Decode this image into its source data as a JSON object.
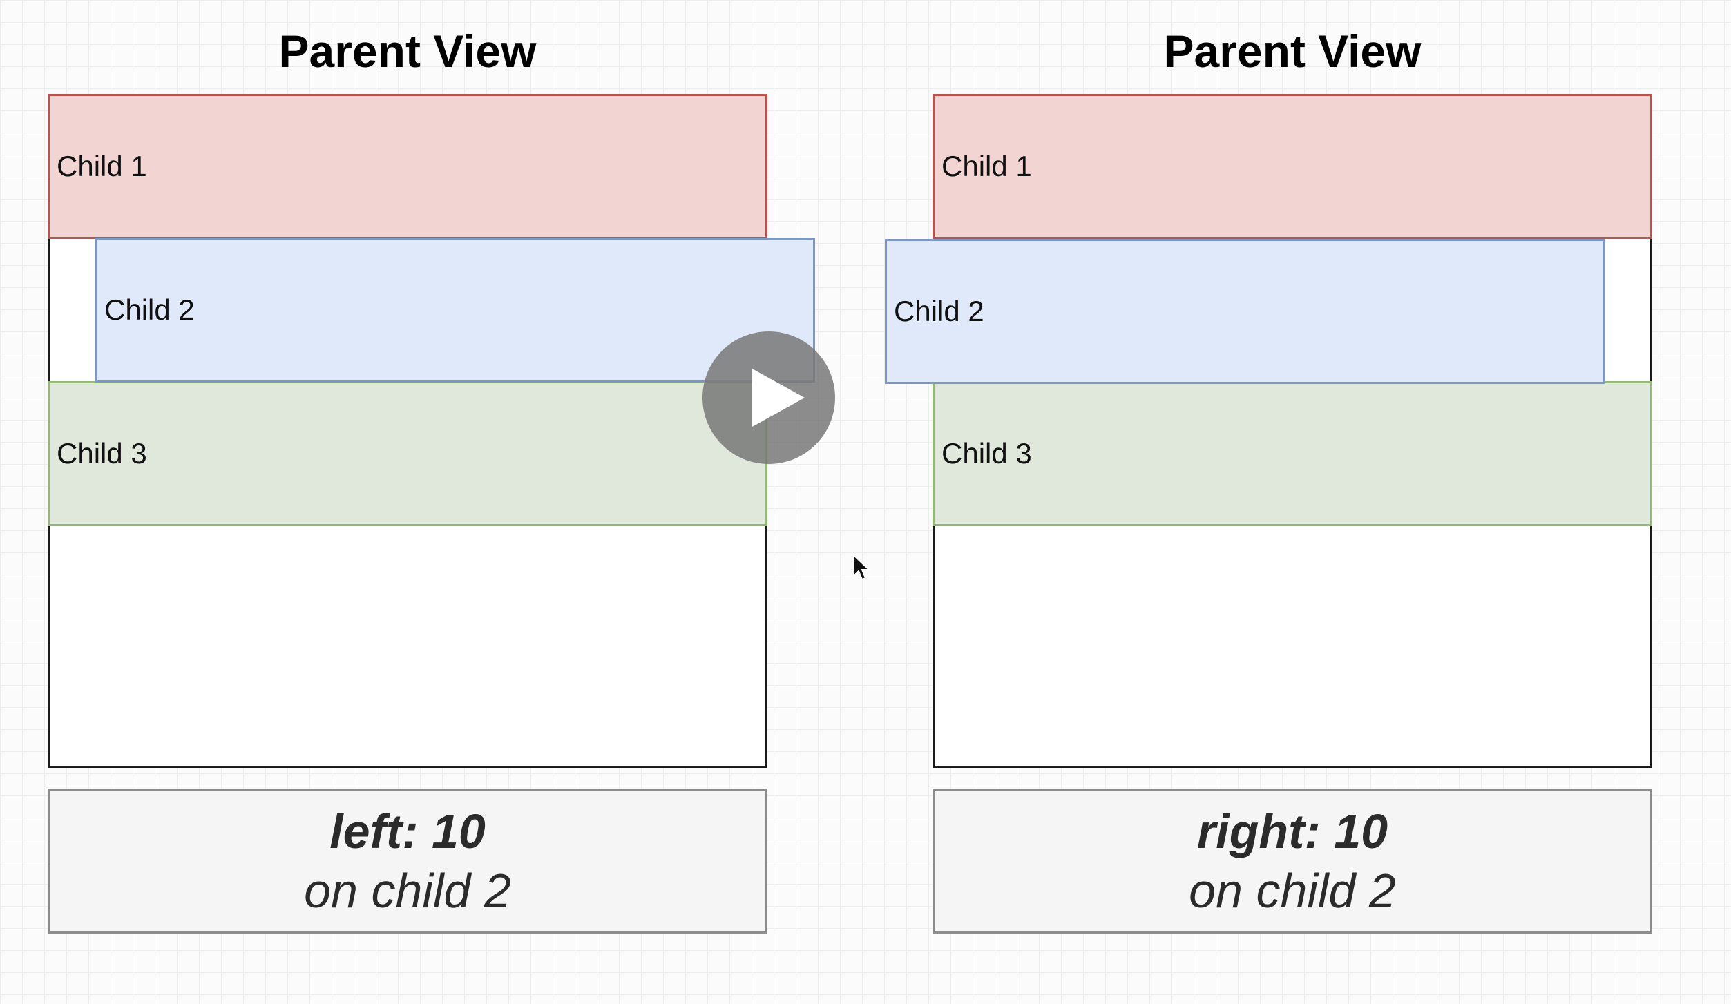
{
  "left_panel": {
    "title": "Parent View",
    "children": [
      {
        "label": "Child 1",
        "color": "red"
      },
      {
        "label": "Child 2",
        "color": "blue"
      },
      {
        "label": "Child 3",
        "color": "green"
      }
    ],
    "caption": {
      "rule": "left: 10",
      "target": "on child 2"
    }
  },
  "right_panel": {
    "title": "Parent View",
    "children": [
      {
        "label": "Child 1",
        "color": "red"
      },
      {
        "label": "Child 2",
        "color": "blue"
      },
      {
        "label": "Child 3",
        "color": "green"
      }
    ],
    "caption": {
      "rule": "right: 10",
      "target": "on child 2"
    }
  },
  "colors": {
    "red_fill": "#f2d4d3",
    "red_border": "#b85450",
    "blue_fill": "#e0e9f9",
    "blue_border": "#7d97c5",
    "green_fill": "#dfe8da",
    "green_border": "#93b878"
  },
  "overlay": {
    "play_icon": "play-icon",
    "cursor_icon": "mouse-pointer-icon"
  }
}
